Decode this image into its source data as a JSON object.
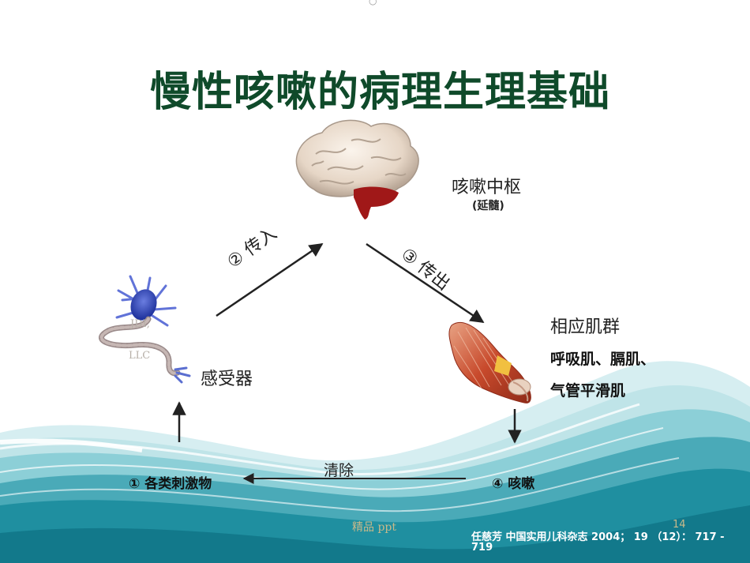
{
  "slide": {
    "title": "慢性咳嗽的病理生理基础",
    "top_mark": "○"
  },
  "nodes": {
    "cough_center": {
      "label": "咳嗽中枢",
      "sub": "(延髓)"
    },
    "afferent": "② 传入",
    "efferent": "③ 传出",
    "muscles": {
      "label": "相应肌群",
      "line1": "呼吸肌、膈肌、",
      "line2": "气管平滑肌"
    },
    "receptor": "感受器",
    "clearance": "清除",
    "stimulus": "①  各类刺激物",
    "cough": "④ 咳嗽"
  },
  "faded_text": {
    "ghost1": "JDI,",
    "ghost2": "LLC"
  },
  "footer": {
    "reference_line1": "任慈芳 中国实用儿科杂志 2004； 19 （12）： 717 -",
    "reference_line2": "719",
    "watermark": "精品 ppt",
    "page_number": "14"
  },
  "colors": {
    "title": "#0f4a2a",
    "wave_dark": "#1f8fa0",
    "wave_mid": "#62b9c4",
    "wave_light": "#bfe4e8",
    "arrow": "#222222"
  }
}
